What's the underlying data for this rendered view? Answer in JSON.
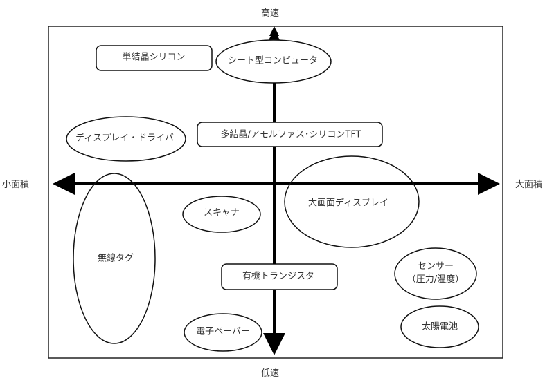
{
  "axes": {
    "top": "高速",
    "bottom": "低速",
    "left": "小面積",
    "right": "大面積"
  },
  "nodes": {
    "single_crystal_si": {
      "label": "単結晶シリコン",
      "shape": "rounded-rect"
    },
    "sheet_computer": {
      "label": "シート型コンピュータ",
      "shape": "ellipse"
    },
    "display_driver": {
      "label": "ディスプレイ・ドライバ",
      "shape": "ellipse"
    },
    "poly_amorphous_tft": {
      "label": "多結晶/アモルファス･シリコンTFT",
      "shape": "rounded-rect"
    },
    "wireless_tag": {
      "label": "無線タグ",
      "shape": "ellipse"
    },
    "scanner": {
      "label": "スキャナ",
      "shape": "ellipse"
    },
    "large_display": {
      "label": "大画面ディスプレイ",
      "shape": "ellipse"
    },
    "organic_transistor": {
      "label": "有機トランジスタ",
      "shape": "rounded-rect"
    },
    "sensor": {
      "label_line1": "センサー",
      "label_line2": "（圧力/温度）",
      "shape": "ellipse"
    },
    "e_paper": {
      "label": "電子ペーパー",
      "shape": "ellipse"
    },
    "solar_cell": {
      "label": "太陽電池",
      "shape": "ellipse"
    }
  },
  "colors": {
    "stroke": "#000000",
    "text": "#333333",
    "background": "#ffffff"
  }
}
